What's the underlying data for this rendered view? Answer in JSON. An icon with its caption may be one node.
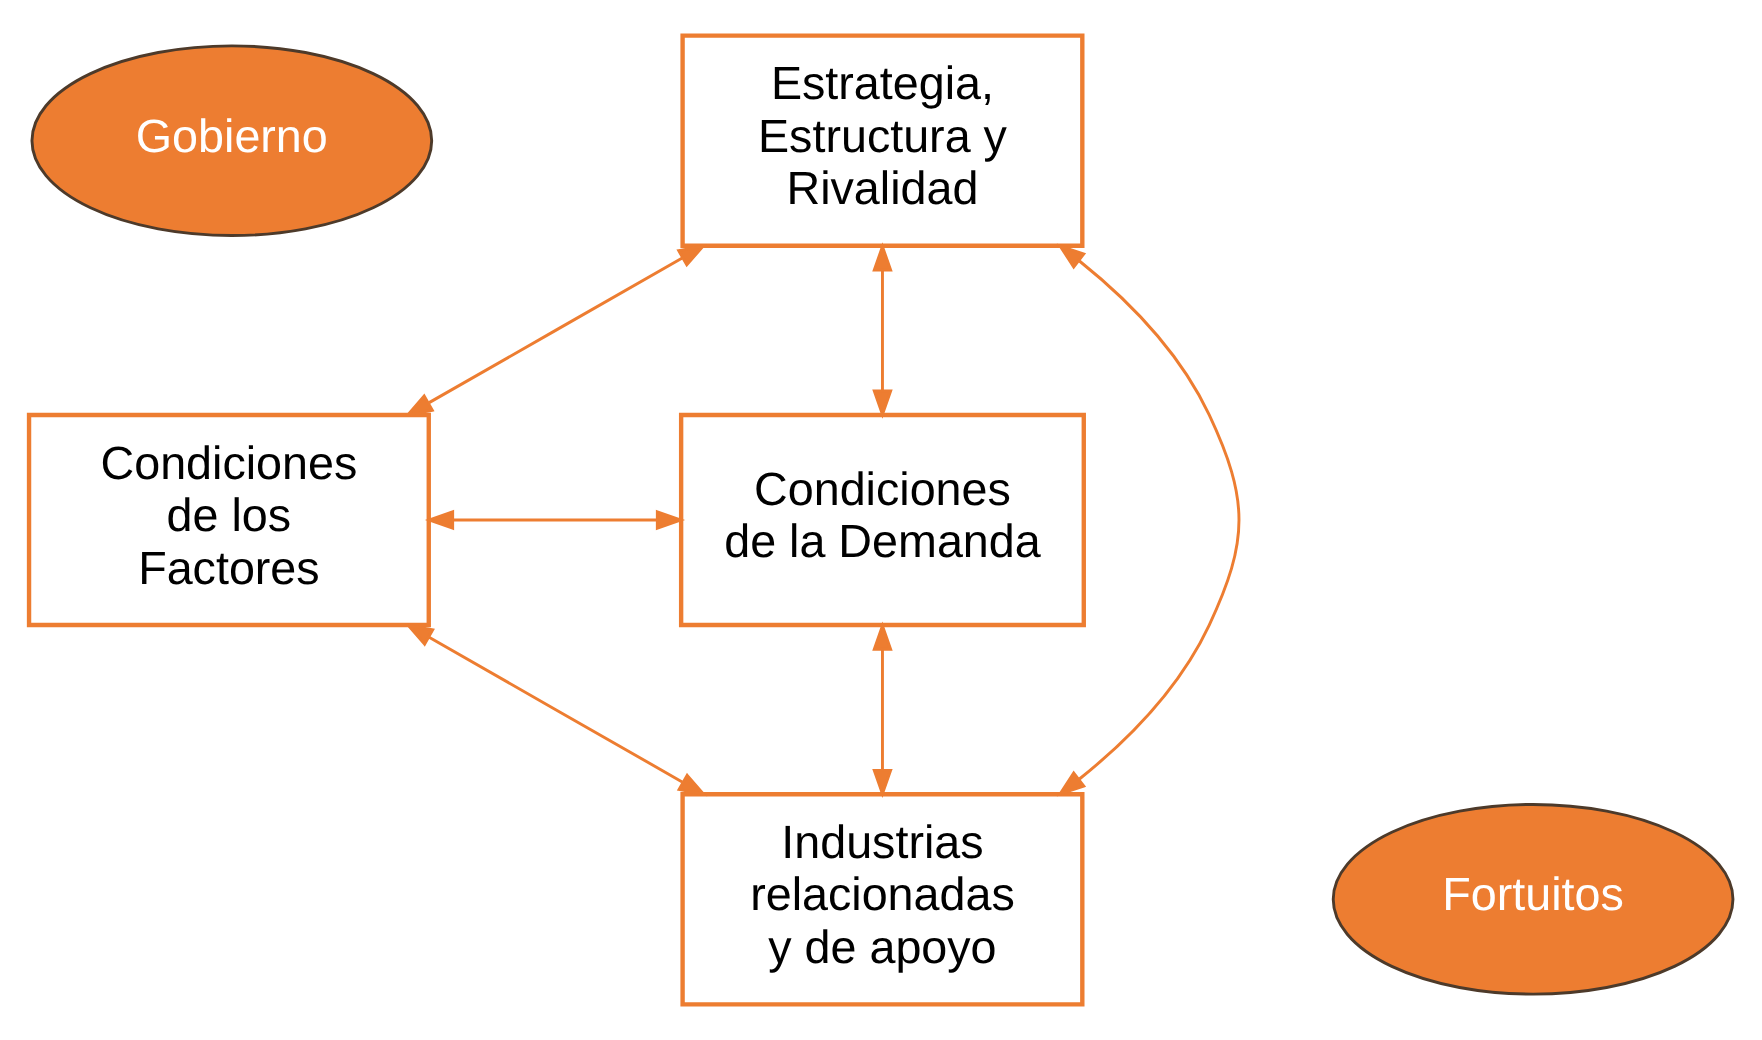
{
  "diagram": {
    "nodes": [
      {
        "text": [
          "Gobierno"
        ]
      },
      {
        "text": [
          "Estrategia, Estructura y Rivalidad"
        ]
      },
      {
        "text": [
          "Condiciones de los Factores"
        ]
      },
      {
        "text": [
          "Condiciones de la Demanda"
        ]
      },
      {
        "text": [
          "Industrias relacionadas y de apoyo"
        ]
      },
      {
        "text": [
          "Fortuitos"
        ]
      }
    ],
    "edges": [
      {
        "from": 1,
        "to": 2,
        "arrow": "both"
      },
      {
        "from": 1,
        "to": 3,
        "arrow": "both"
      },
      {
        "from": 1,
        "to": 4,
        "arrow": "both"
      },
      {
        "from": 2,
        "to": 3,
        "arrow": "both"
      },
      {
        "from": 2,
        "to": 4,
        "arrow": "both"
      },
      {
        "from": 4,
        "to": 3,
        "arrow": "both"
      }
    ]
  }
}
